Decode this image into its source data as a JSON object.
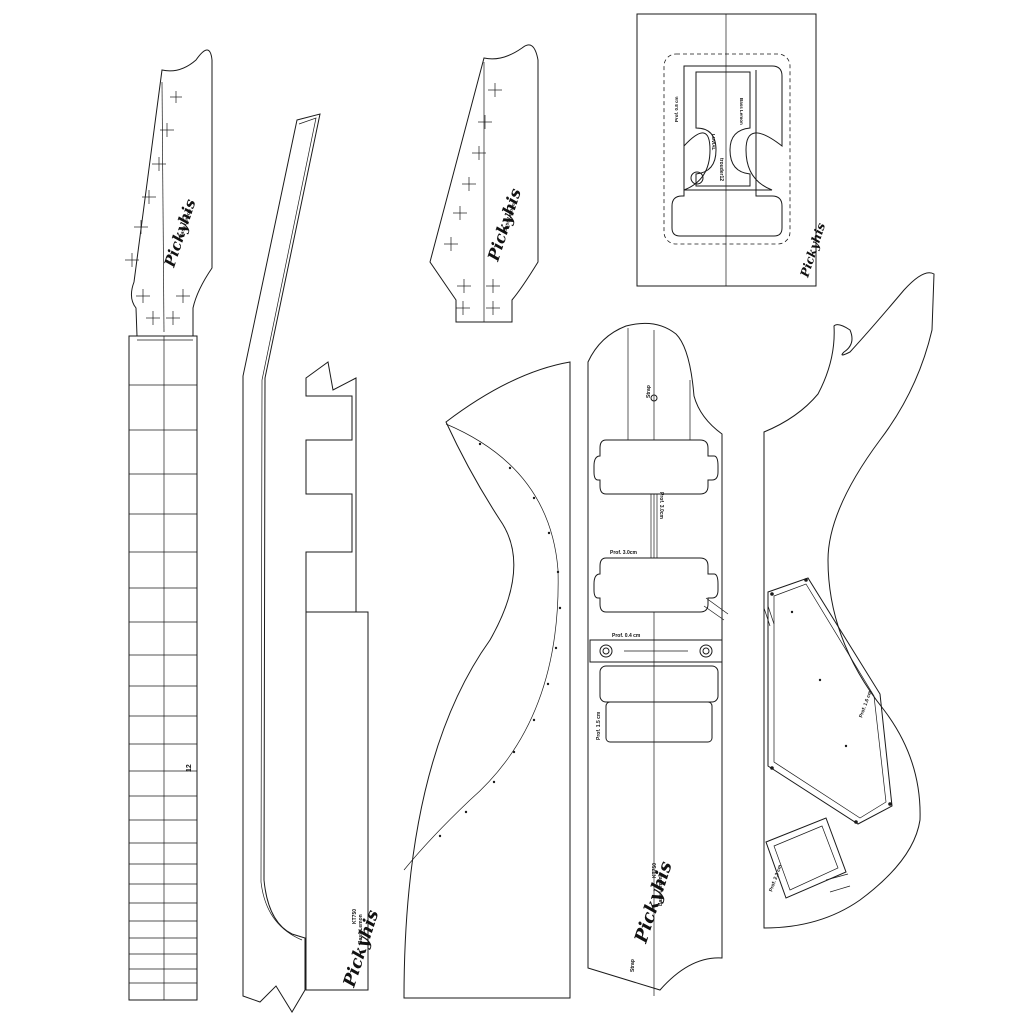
{
  "brand": {
    "logo_text": "Pickyhis",
    "model_name": "Bass Lemon",
    "model_code": "KT750"
  },
  "labels": {
    "fret_marker": "12",
    "strap": "Strap",
    "depth_a": "Prof. 3.0cm",
    "depth_b": "Prof. 3.0cm",
    "depth_c": "Prof. 0.4 cm",
    "depth_d": "Prof. 1.5 cm",
    "depth_e": "Prof. 1.6 cm",
    "depth_f": "Prof. 2.3 cm",
    "depth_g": "Prof. 0.8 cm",
    "bridge_code": "trouder12",
    "bridge_sub": "LUVIAL",
    "bridge_name": "Bass Lemon",
    "bottom_tag": "Strap"
  }
}
